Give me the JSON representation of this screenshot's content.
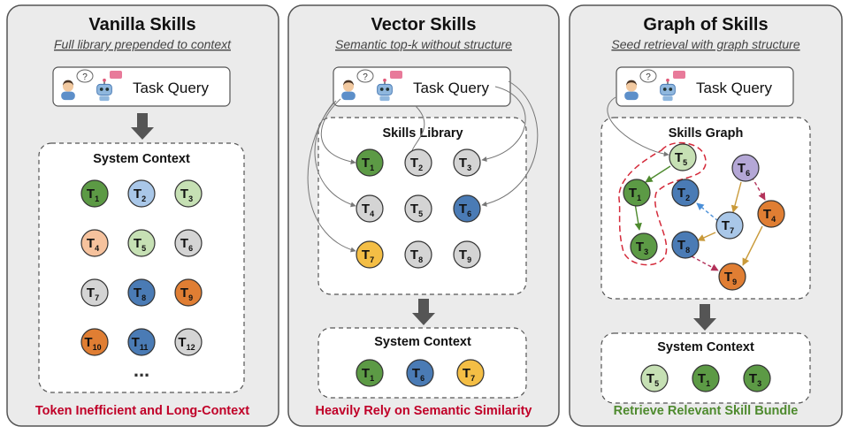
{
  "colors": {
    "green": "#5c9a45",
    "blue": "#4a7bb5",
    "lightblue": "#a9c7e8",
    "lightgreen": "#c6e0b4",
    "peach": "#f6c29d",
    "gray": "#d4d4d4",
    "orange": "#e07e33",
    "yellow": "#f4be45",
    "purple": "#b4a7d6",
    "red": "#c00028",
    "darkgreen": "#4e8a2e"
  },
  "panels": [
    {
      "title": "Vanilla Skills",
      "subtitle": "Full library prepended to context",
      "query": "Task Query",
      "box_title": "System Context",
      "ellipsis": "...",
      "footer": "Token Inefficient and Long-Context",
      "footer_color": "red",
      "nodes": [
        {
          "n": "1",
          "c": "green"
        },
        {
          "n": "2",
          "c": "lightblue"
        },
        {
          "n": "3",
          "c": "lightgreen"
        },
        {
          "n": "4",
          "c": "peach"
        },
        {
          "n": "5",
          "c": "lightgreen"
        },
        {
          "n": "6",
          "c": "gray"
        },
        {
          "n": "7",
          "c": "gray"
        },
        {
          "n": "8",
          "c": "blue"
        },
        {
          "n": "9",
          "c": "orange"
        },
        {
          "n": "10",
          "c": "orange"
        },
        {
          "n": "11",
          "c": "blue"
        },
        {
          "n": "12",
          "c": "gray"
        }
      ]
    },
    {
      "title": "Vector Skills",
      "subtitle": "Semantic top-k without structure",
      "query": "Task Query",
      "library_title": "Skills Library",
      "box_title": "System Context",
      "footer": "Heavily Rely on Semantic Similarity",
      "footer_color": "red",
      "library_nodes": [
        {
          "n": "1",
          "c": "green"
        },
        {
          "n": "2",
          "c": "gray"
        },
        {
          "n": "3",
          "c": "gray"
        },
        {
          "n": "4",
          "c": "gray"
        },
        {
          "n": "5",
          "c": "gray"
        },
        {
          "n": "6",
          "c": "blue"
        },
        {
          "n": "7",
          "c": "yellow"
        },
        {
          "n": "8",
          "c": "gray"
        },
        {
          "n": "9",
          "c": "gray"
        }
      ],
      "context_nodes": [
        {
          "n": "1",
          "c": "green"
        },
        {
          "n": "6",
          "c": "blue"
        },
        {
          "n": "7",
          "c": "yellow"
        }
      ]
    },
    {
      "title": "Graph of Skills",
      "subtitle": "Seed retrieval with graph structure",
      "query": "Task Query",
      "graph_title": "Skills Graph",
      "box_title": "System Context",
      "footer": "Retrieve Relevant Skill Bundle",
      "footer_color": "darkgreen",
      "graph_nodes": [
        {
          "n": "5",
          "c": "lightgreen"
        },
        {
          "n": "6",
          "c": "purple"
        },
        {
          "n": "1",
          "c": "green"
        },
        {
          "n": "2",
          "c": "blue"
        },
        {
          "n": "7",
          "c": "lightblue"
        },
        {
          "n": "4",
          "c": "orange"
        },
        {
          "n": "3",
          "c": "green"
        },
        {
          "n": "8",
          "c": "blue"
        },
        {
          "n": "9",
          "c": "orange"
        }
      ],
      "context_nodes": [
        {
          "n": "5",
          "c": "lightgreen"
        },
        {
          "n": "1",
          "c": "green"
        },
        {
          "n": "3",
          "c": "green"
        }
      ]
    }
  ]
}
